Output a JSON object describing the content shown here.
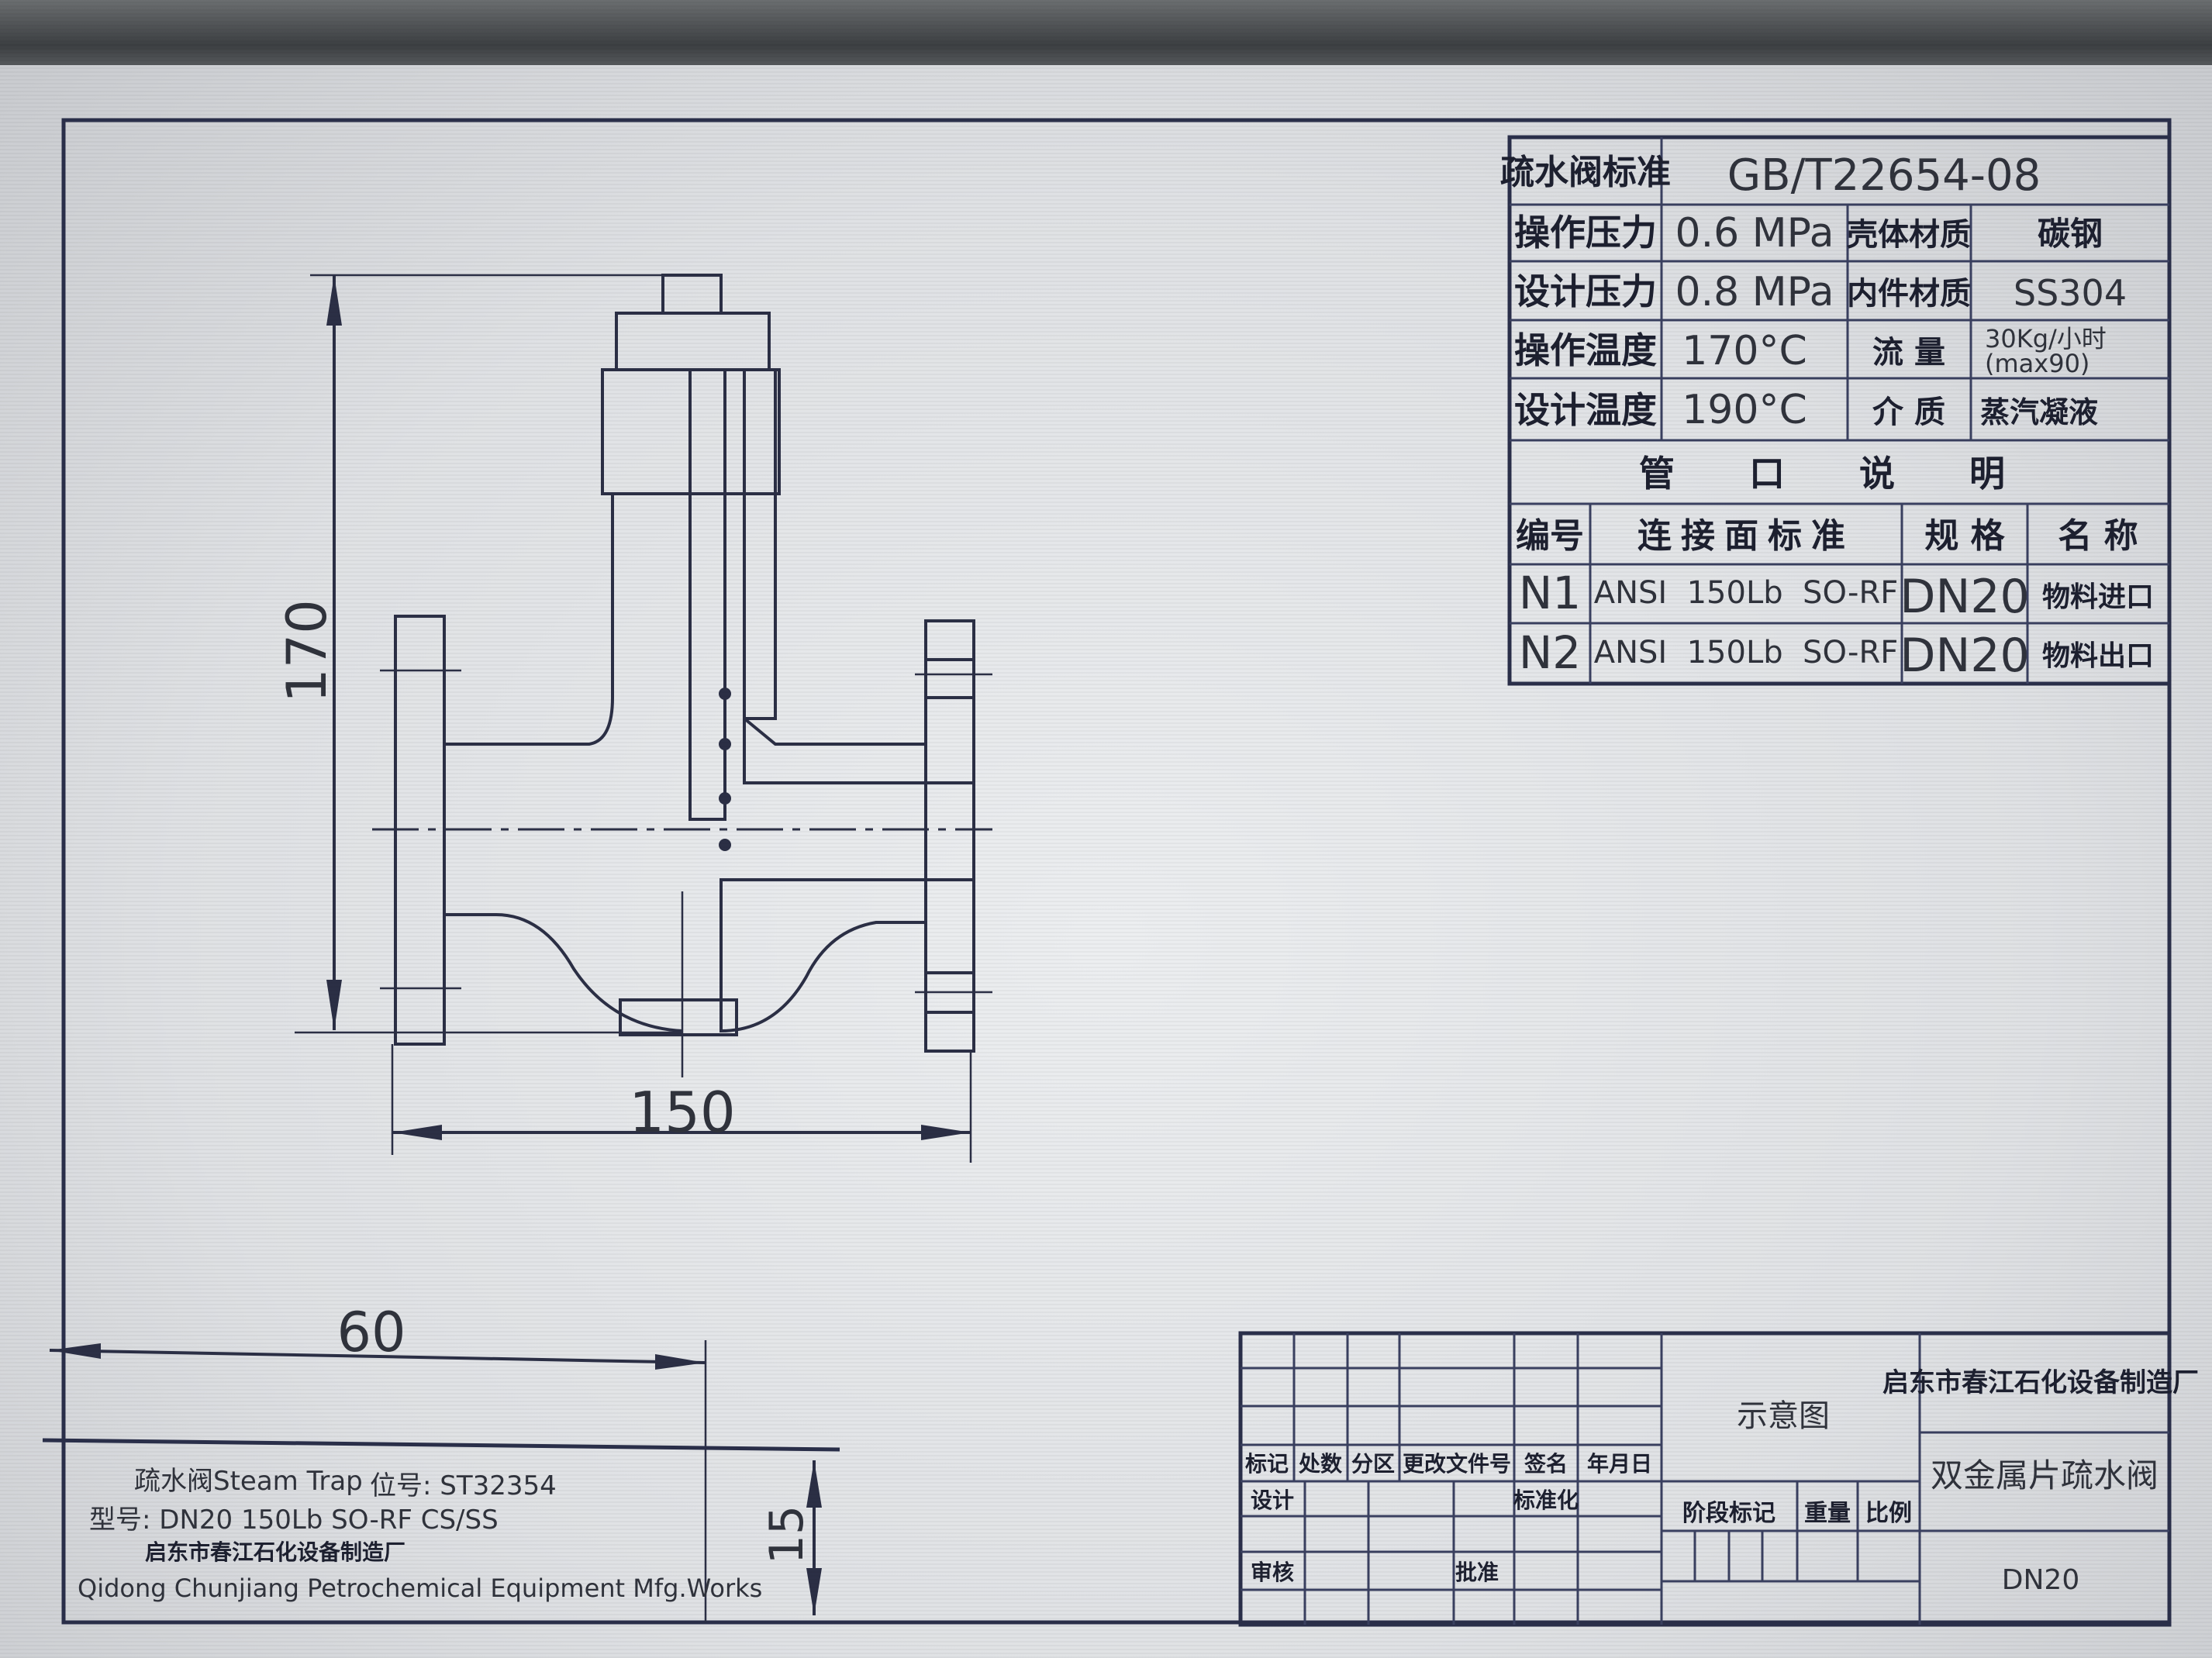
{
  "spec_table": {
    "standard_label": "疏水阀标准",
    "standard_value": "GB/T22654-08",
    "rows": [
      {
        "label": "操作压力",
        "value": "0.6 MPa",
        "label2": "壳体材质",
        "value2": "碳钢"
      },
      {
        "label": "设计压力",
        "value": "0.8 MPa",
        "label2": "内件材质",
        "value2": "SS304"
      },
      {
        "label": "操作温度",
        "value": "170°C",
        "label2": "流 量",
        "value2": "30Kg/小时",
        "value2_line2": "(max90)"
      },
      {
        "label": "设计温度",
        "value": "190°C",
        "label2": "介 质",
        "value2": "蒸汽凝液"
      }
    ],
    "nozzle_title": "管 口 说 明",
    "nozzle_headers": [
      "编号",
      "连接面标准",
      "规 格",
      "名 称"
    ],
    "nozzles": [
      {
        "id": "N1",
        "standard": "ANSI  150Lb  SO-RF",
        "size": "DN20",
        "name": "物料进口"
      },
      {
        "id": "N2",
        "standard": "ANSI  150Lb  SO-RF",
        "size": "DN20",
        "name": "物料出口"
      }
    ]
  },
  "dimensions": {
    "height": "170",
    "width": "150",
    "label_width": "60",
    "label_height": "15"
  },
  "nameplate": {
    "product": "疏水阀Steam Trap",
    "tag": "位号: ST32354",
    "model": "型号: DN20 150Lb SO-RF CS/SS",
    "company_cn": "启东市春江石化设备制造厂",
    "company_en": "Qidong Chunjiang Petrochemical Equipment Mfg.Works"
  },
  "title_block": {
    "revision_headers": [
      "标记",
      "处数",
      "分区",
      "更改文件号",
      "签名",
      "年月日"
    ],
    "design": "设计",
    "standardization": "标准化",
    "review": "审核",
    "approve": "批准",
    "drawing_type": "示意图",
    "stage_mark": "阶段标记",
    "weight": "重量",
    "scale": "比例",
    "company": "启东市春江石化设备制造厂",
    "title": "双金属片疏水阀",
    "drawing_no": "DN20"
  }
}
